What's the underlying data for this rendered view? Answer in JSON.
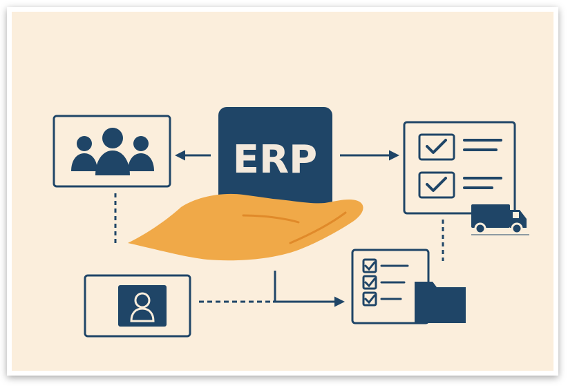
{
  "center": {
    "label": "ERP"
  },
  "colors": {
    "background": "#fbeedc",
    "primary": "#1f4567",
    "accent_hand": "#f0a948",
    "hand_stroke": "#e08a2a",
    "label_text": "#f3e9dc"
  },
  "nodes": [
    {
      "id": "team",
      "icon": "team-icon"
    },
    {
      "id": "checklist-delivery",
      "icon": "checklist-truck-icon"
    },
    {
      "id": "user-profile",
      "icon": "user-profile-icon"
    },
    {
      "id": "documents-folder",
      "icon": "checklist-folder-icon"
    }
  ],
  "connections": [
    {
      "from": "ERP",
      "to": "team",
      "style": "solid-arrow"
    },
    {
      "from": "ERP",
      "to": "checklist-delivery",
      "style": "solid-arrow"
    },
    {
      "from": "user-profile",
      "to": "documents-folder",
      "style": "dashed-arrow"
    },
    {
      "from": "hand",
      "to": "documents-folder",
      "style": "solid-line"
    },
    {
      "from": "team",
      "to": "hand",
      "style": "dashed-line"
    },
    {
      "from": "checklist-delivery",
      "to": "documents-folder",
      "style": "dashed-line"
    }
  ]
}
